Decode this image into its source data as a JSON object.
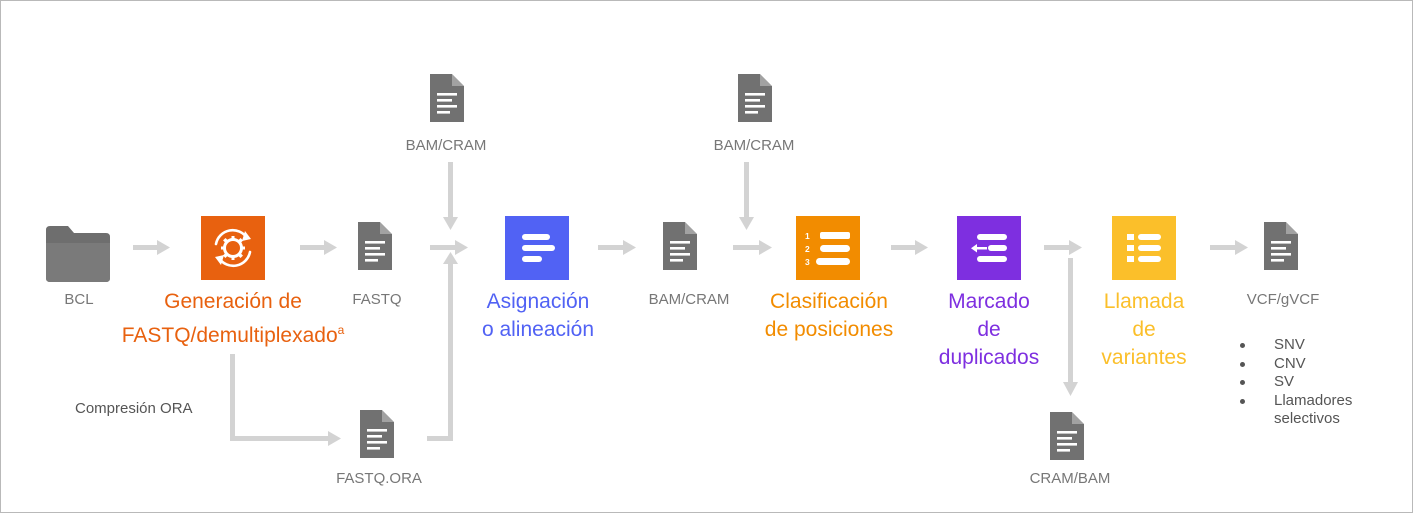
{
  "colors": {
    "frame": "#b9b9b9",
    "arrow": "#d3d3d3",
    "file_icon": "#717171",
    "folder_icon": "#6e6e6e",
    "generation": "#e8610f",
    "mapping": "#5162f4",
    "sorting": "#f28c00",
    "duplicates": "#7e2fe0",
    "variants": "#fbbf2a"
  },
  "files": {
    "bcl": "BCL",
    "fastq": "FASTQ",
    "bam_cram_top_1": "BAM/CRAM",
    "bam_cram_top_2": "BAM/CRAM",
    "bam_cram_mid": "BAM/CRAM",
    "vcf": "VCF/gVCF",
    "fastq_ora": "FASTQ.ORA",
    "cram_bam": "CRAM/BAM"
  },
  "compression_label": "Compresión ORA",
  "steps": {
    "generation": {
      "line1": "Generación de",
      "line2": "FASTQ/demultiplexado",
      "superscript": "a",
      "icon": "gear-sync-icon"
    },
    "mapping": {
      "line1": "Asignación",
      "line2": "o alineación",
      "icon": "align-bars-icon"
    },
    "sorting": {
      "line1": "Clasificación",
      "line2": "de posiciones",
      "icon": "numbered-list-icon"
    },
    "duplicates": {
      "line1": "Marcado",
      "line2": "de",
      "line3": "duplicados",
      "icon": "arrow-left-list-icon"
    },
    "variants": {
      "line1": "Llamada",
      "line2": "de",
      "line3": "variantes",
      "icon": "bulleted-list-icon"
    }
  },
  "variant_types": [
    "SNV",
    "CNV",
    "SV",
    "Llamadores",
    "selectivos"
  ]
}
